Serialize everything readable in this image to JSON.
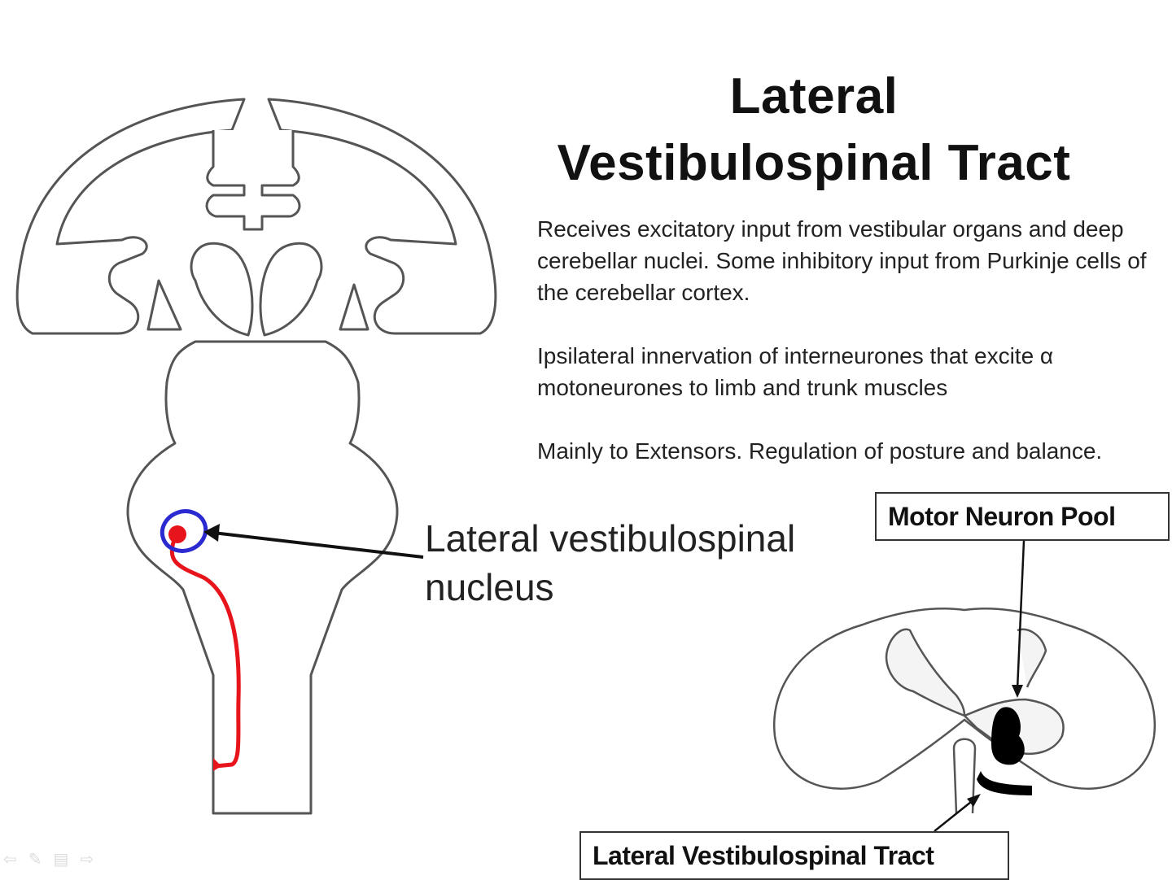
{
  "title": {
    "line1": "Lateral",
    "line2": "Vestibulospinal Tract"
  },
  "paragraphs": [
    "Receives excitatory input from vestibular organs and deep cerebellar nuclei. Some inhibitory input from Purkinje cells of the cerebellar cortex.",
    "Ipsilateral innervation of interneurones that excite α motoneurones to limb and trunk muscles",
    "Mainly to Extensors. Regulation of posture and balance."
  ],
  "labels": {
    "nucleus_line1": "Lateral vestibulospinal",
    "nucleus_line2": "nucleus",
    "motor_neuron_pool": "Motor Neuron Pool",
    "lateral_vestibulospinal_tract": "Lateral Vestibulospinal Tract"
  },
  "colors": {
    "tract": "#e8141b",
    "nucleus_ring": "#2a2ad0",
    "outline": "#555555",
    "motor_pool": "#000000"
  },
  "icons": [
    "back-arrow-icon",
    "pen-icon",
    "menu-icon",
    "forward-arrow-icon"
  ]
}
